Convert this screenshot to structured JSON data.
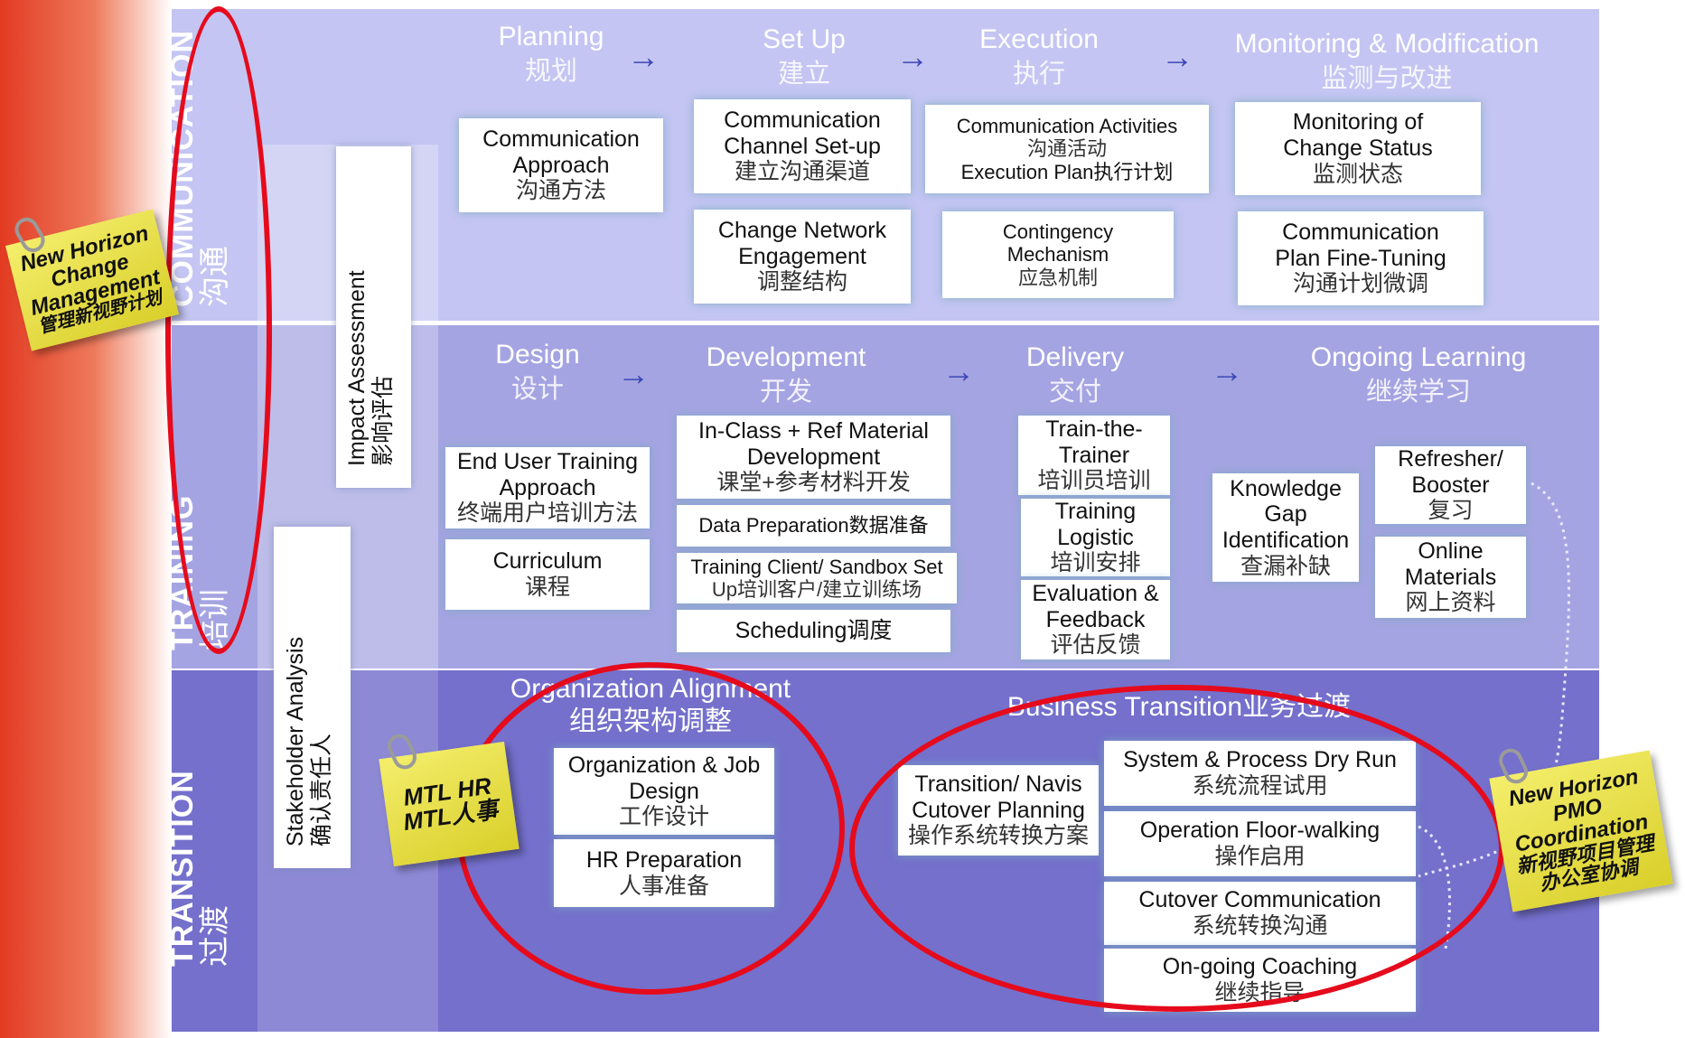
{
  "sections": {
    "communication": {
      "en": "COMMUNICATION",
      "zh": "沟通"
    },
    "training": {
      "en": "TRAINING",
      "zh": "培训"
    },
    "transition": {
      "en": "TRANSITION",
      "zh": "过渡"
    }
  },
  "vertical_items": {
    "impact": {
      "en": "Impact Assessment",
      "zh": "影响评估"
    },
    "stakeholder": {
      "en": "Stakeholder Analysis",
      "zh": "确认责任人"
    }
  },
  "communication": {
    "phases": [
      {
        "en": "Planning",
        "zh": "规划"
      },
      {
        "en": "Set Up",
        "zh": "建立"
      },
      {
        "en": "Execution",
        "zh": "执行"
      },
      {
        "en": "Monitoring & Modification",
        "zh": "监测与改进"
      }
    ],
    "boxes": {
      "approach": {
        "l1": "Communication",
        "l2": "Approach",
        "zh": "沟通方法"
      },
      "channel": {
        "l1": "Communication",
        "l2": "Channel Set-up",
        "zh": "建立沟通渠道"
      },
      "network": {
        "l1": "Change Network",
        "l2": "Engagement",
        "zh": "调整结构"
      },
      "activities": {
        "l1": "Communication Activities",
        "zh": "沟通活动",
        "l2": "Execution Plan执行计划"
      },
      "contingency": {
        "l1": "Contingency",
        "l2": "Mechanism",
        "zh": "应急机制"
      },
      "monitoring": {
        "l1": "Monitoring of",
        "l2": "Change Status",
        "zh": "监测状态"
      },
      "finetune": {
        "l1": "Communication",
        "l2": "Plan Fine-Tuning",
        "zh": "沟通计划微调"
      }
    }
  },
  "training": {
    "phases": [
      {
        "en": "Design",
        "zh": "设计"
      },
      {
        "en": "Development",
        "zh": "开发"
      },
      {
        "en": "Delivery",
        "zh": "交付"
      },
      {
        "en": "Ongoing Learning",
        "zh": "继续学习"
      }
    ],
    "boxes": {
      "enduser": {
        "l1": "End User Training",
        "l2": "Approach",
        "zh": "终端用户培训方法"
      },
      "curriculum": {
        "l1": "Curriculum",
        "zh": "课程"
      },
      "inclass": {
        "l1": "In-Class + Ref Material",
        "l2": "Development",
        "zh": "课堂+参考材料开发"
      },
      "dataprep": {
        "l1": "Data Preparation数据准备"
      },
      "sandbox": {
        "l1": "Training Client/ Sandbox Set",
        "l2": "Up培训客户/建立训练场"
      },
      "scheduling": {
        "l1": "Scheduling调度"
      },
      "ttt": {
        "l1": "Train-the-",
        "l2": "Trainer",
        "zh": "培训员培训"
      },
      "logistic": {
        "l1": "Training",
        "l2": "Logistic",
        "zh": "培训安排"
      },
      "evaluation": {
        "l1": "Evaluation &",
        "l2": "Feedback",
        "zh": "评估反馈"
      },
      "gap": {
        "l1": "Knowledge",
        "l2": "Gap",
        "l3": "Identification",
        "zh": "查漏补缺"
      },
      "refresher": {
        "l1": "Refresher/",
        "l2": "Booster",
        "zh": "复习"
      },
      "online": {
        "l1": "Online",
        "l2": "Materials",
        "zh": "网上资料"
      }
    }
  },
  "transition": {
    "org": {
      "title_en": "Organization Alignment",
      "title_zh": "组织架构调整",
      "jobdesign": {
        "l1": "Organization & Job",
        "l2": "Design",
        "zh": "工作设计"
      },
      "hrprep": {
        "l1": "HR Preparation",
        "zh": "人事准备"
      }
    },
    "biz": {
      "title": "Business Transition业务过渡",
      "cutover": {
        "l1": "Transition/ Navis",
        "l2": "Cutover Planning",
        "zh": "操作系统转换方案"
      },
      "dryrun": {
        "l1": "System & Process Dry Run",
        "zh": "系统流程试用"
      },
      "floor": {
        "l1": "Operation Floor-walking",
        "zh": "操作启用"
      },
      "cutcomm": {
        "l1": "Cutover Communication",
        "zh": "系统转换沟通"
      },
      "coaching": {
        "l1": "On-going Coaching",
        "zh": "继续指导"
      }
    }
  },
  "notes": {
    "nh_change": {
      "l1": "New Horizon",
      "l2": "Change",
      "l3": "Management",
      "zh": "管理新视野计划"
    },
    "mtl_hr": {
      "l1": "MTL HR",
      "l2": "MTL人事"
    },
    "nh_pmo": {
      "l1": "New Horizon",
      "l2": "PMO",
      "l3": "Coordination",
      "zh1": "新视野项目管理",
      "zh2": "办公室协调"
    }
  },
  "arrow_glyph": "→",
  "colors": {
    "communication_band": "#c4c5f2",
    "training_band": "#a5a4e2",
    "transition_band": "#7470cc",
    "highlight_ellipse": "#e50b1c",
    "note_yellow": "#e8e04a",
    "arrow": "#3b47b5"
  }
}
